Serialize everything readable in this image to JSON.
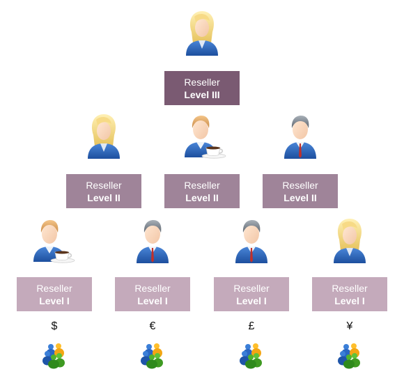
{
  "level3": {
    "nodes": [
      {
        "line1": "Reseller",
        "line2": "Level III",
        "avatar": "woman-blonde-icon"
      }
    ]
  },
  "level2": {
    "nodes": [
      {
        "line1": "Reseller",
        "line2": "Level II",
        "avatar": "woman-blonde-icon"
      },
      {
        "line1": "Reseller",
        "line2": "Level II",
        "avatar": "man-coffee-icon"
      },
      {
        "line1": "Reseller",
        "line2": "Level II",
        "avatar": "man-gray-hair-icon"
      }
    ]
  },
  "level1": {
    "nodes": [
      {
        "line1": "Reseller",
        "line2": "Level I",
        "avatar": "man-coffee-icon",
        "currency": "$"
      },
      {
        "line1": "Reseller",
        "line2": "Level I",
        "avatar": "man-gray-hair-icon",
        "currency": "€"
      },
      {
        "line1": "Reseller",
        "line2": "Level I",
        "avatar": "man-gray-hair-icon",
        "currency": "£"
      },
      {
        "line1": "Reseller",
        "line2": "Level I",
        "avatar": "woman-blonde-icon",
        "currency": "¥"
      }
    ]
  },
  "colors": {
    "level3_box": "#7a5a72",
    "level2_box": "#9f8499",
    "level1_box": "#c4aabb",
    "suit_blue": "#2b63b8",
    "blonde_hair": "#f0d27a"
  }
}
